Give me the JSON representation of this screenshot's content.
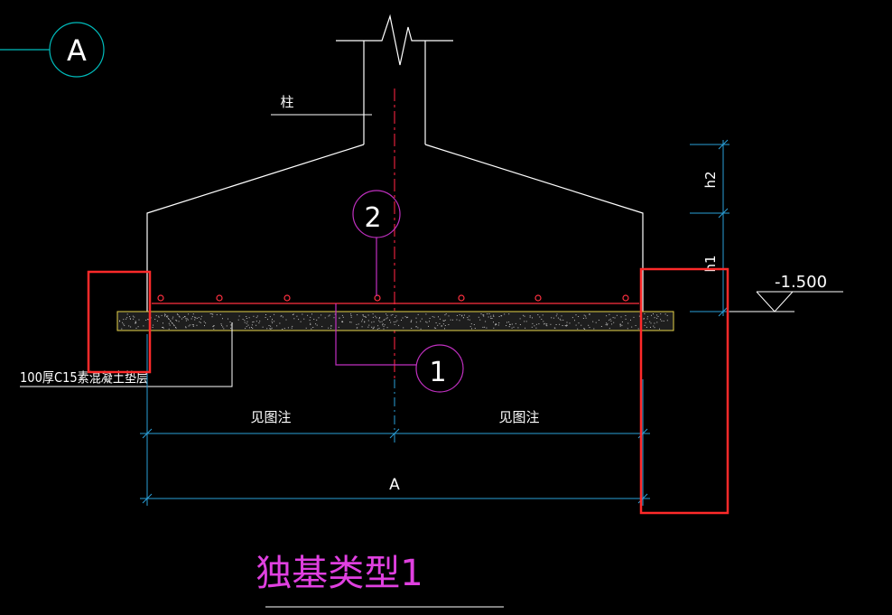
{
  "drawing": {
    "grid_axis_label": "A",
    "column_label": "柱",
    "rebar_callout_1": "1",
    "rebar_callout_2": "2",
    "elevation": "-1.500",
    "dim_h1": "h1",
    "dim_h2": "h2",
    "cushion_label": "100厚C15素混凝土垫层",
    "half_width_left": "见图注",
    "half_width_right": "见图注",
    "overall_width": "A",
    "title": "独基类型1"
  },
  "colors": {
    "background": "#000000",
    "outline": "#ffffff",
    "dimension": "#2a9fd8",
    "axis_bubble": "#00bcbc",
    "centerline": "#e0203a",
    "rebar": "#ff3040",
    "callout": "#c030c0",
    "title": "#e040e0",
    "cushion": "#e6d44a",
    "highlight": "#ff2a2a"
  }
}
